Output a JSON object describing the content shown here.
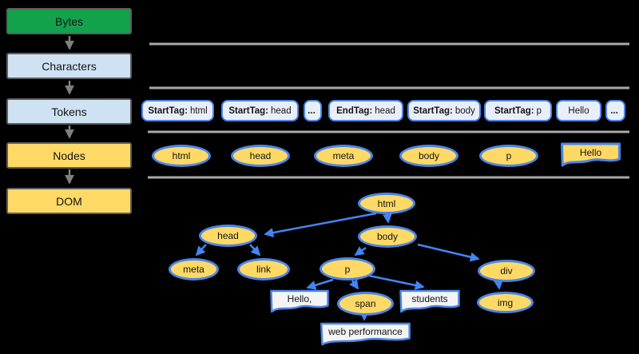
{
  "colors": {
    "background": "#000000",
    "stage_bytes_green": "#13A24B",
    "stage_light_blue": "#CFE2F3",
    "stage_yellow": "#FFD966",
    "token_fill": "#E8EFFA",
    "node_yellow": "#FFD966",
    "text_node_fill": "#F4F4F4",
    "blue_border": "#4A86E8",
    "blue_arrow": "#4285F4",
    "gray_separator": "#A9A9A9",
    "gray_arrow": "#7F7F7F"
  },
  "stages": [
    {
      "label": "Bytes"
    },
    {
      "label": "Characters"
    },
    {
      "label": "Tokens"
    },
    {
      "label": "Nodes"
    },
    {
      "label": "DOM"
    }
  ],
  "tokens": [
    {
      "prefix": "StartTag:",
      "name": "html"
    },
    {
      "prefix": "StartTag:",
      "name": "head"
    },
    {
      "prefix": "...",
      "name": ""
    },
    {
      "prefix": "EndTag:",
      "name": "head"
    },
    {
      "prefix": "StartTag:",
      "name": "body"
    },
    {
      "prefix": "StartTag:",
      "name": "p"
    },
    {
      "prefix": "",
      "name": "Hello"
    },
    {
      "prefix": "...",
      "name": ""
    }
  ],
  "nodes": {
    "items": [
      "html",
      "head",
      "meta",
      "body",
      "p"
    ],
    "text_node": "Hello"
  },
  "tree": {
    "html": "html",
    "head": "head",
    "body": "body",
    "meta": "meta",
    "link": "link",
    "p": "p",
    "div": "div",
    "span": "span",
    "img": "img",
    "hello": "Hello,",
    "students": "students",
    "web_performance": "web performance"
  }
}
